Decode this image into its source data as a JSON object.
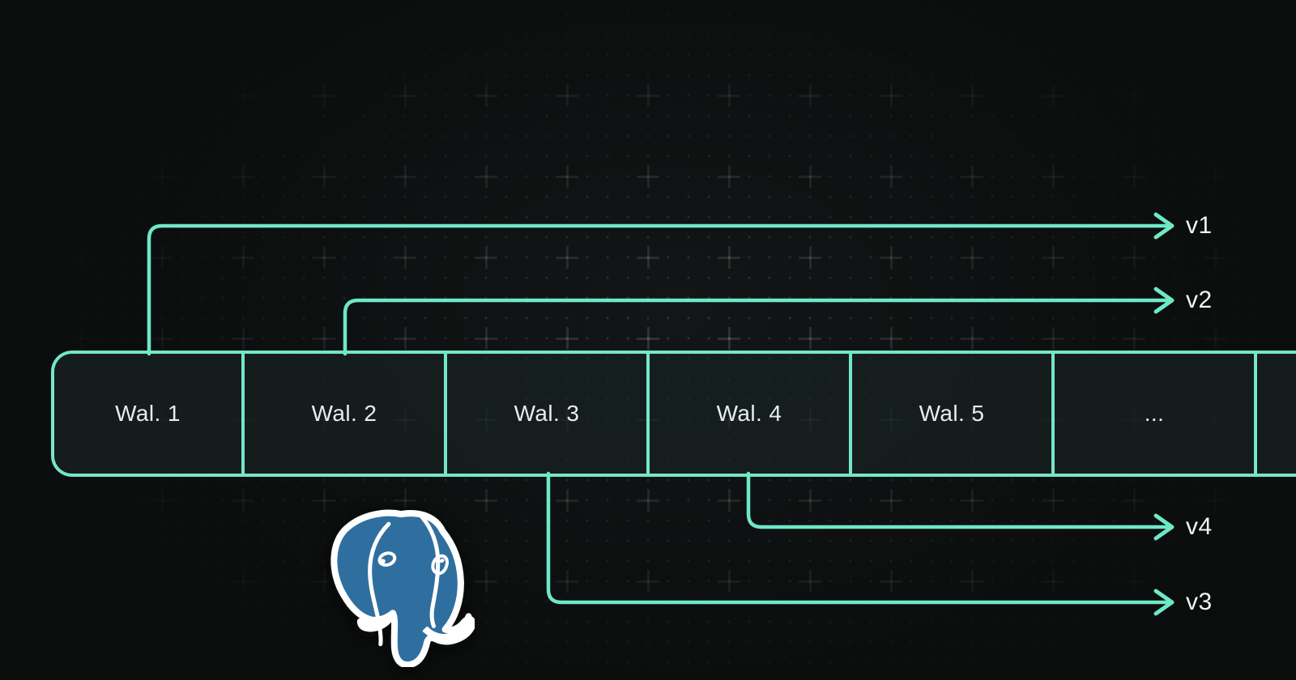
{
  "diagram": {
    "name": "postgres-wal-segments-to-versions",
    "wal_segments": [
      {
        "label": "Wal. 1"
      },
      {
        "label": "Wal. 2"
      },
      {
        "label": "Wal. 3"
      },
      {
        "label": "Wal. 4"
      },
      {
        "label": "Wal. 5"
      },
      {
        "label": "..."
      },
      {
        "label": ""
      }
    ],
    "connections": [
      {
        "from": "Wal. 1",
        "label": "v1",
        "side": "top"
      },
      {
        "from": "Wal. 2",
        "label": "v2",
        "side": "top"
      },
      {
        "from": "Wal. 3",
        "label": "v3",
        "side": "bottom"
      },
      {
        "from": "Wal. 4",
        "label": "v4",
        "side": "bottom"
      }
    ],
    "logo": {
      "name": "PostgreSQL elephant logo",
      "color": "#2f6f9f"
    },
    "colors": {
      "accent": "#74e6c9",
      "line": "#6ee8c8",
      "background": "#0d0f0f",
      "segment_fill": "#1d2624",
      "segment_text": "#e8ecec",
      "version_text": "#f1f4f3"
    }
  }
}
